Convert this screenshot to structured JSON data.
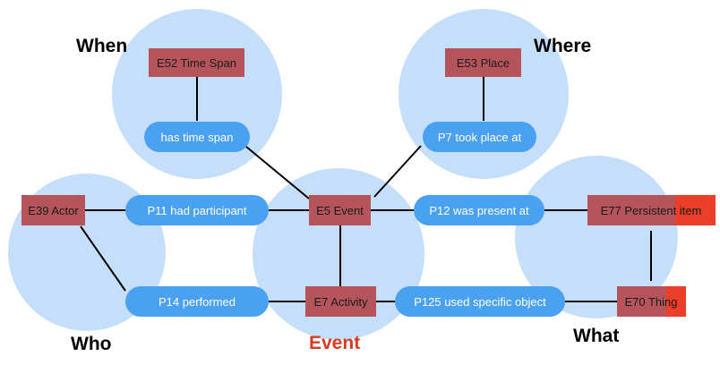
{
  "groups": {
    "when": "When",
    "where": "Where",
    "who": "Who",
    "event": "Event",
    "what": "What"
  },
  "classes": {
    "e52": "E52 Time Span",
    "e53": "E53 Place",
    "e39": "E39 Actor",
    "e5": "E5 Event",
    "e77": "E77 Persistent item",
    "e7": "E7 Activity",
    "e70": "E70 Thing"
  },
  "properties": {
    "p4": "has time span",
    "p7": "P7 took place at",
    "p11": "P11 had participant",
    "p12": "P12 was present at",
    "p14": "P14 performed",
    "p125": "P125 used specific object"
  },
  "colors": {
    "circle": "#c5dffb",
    "class_box": "#b5555b",
    "class_accent": "#ec3f2a",
    "property_pill": "#4aa1f1",
    "event_label": "#d83a22"
  }
}
